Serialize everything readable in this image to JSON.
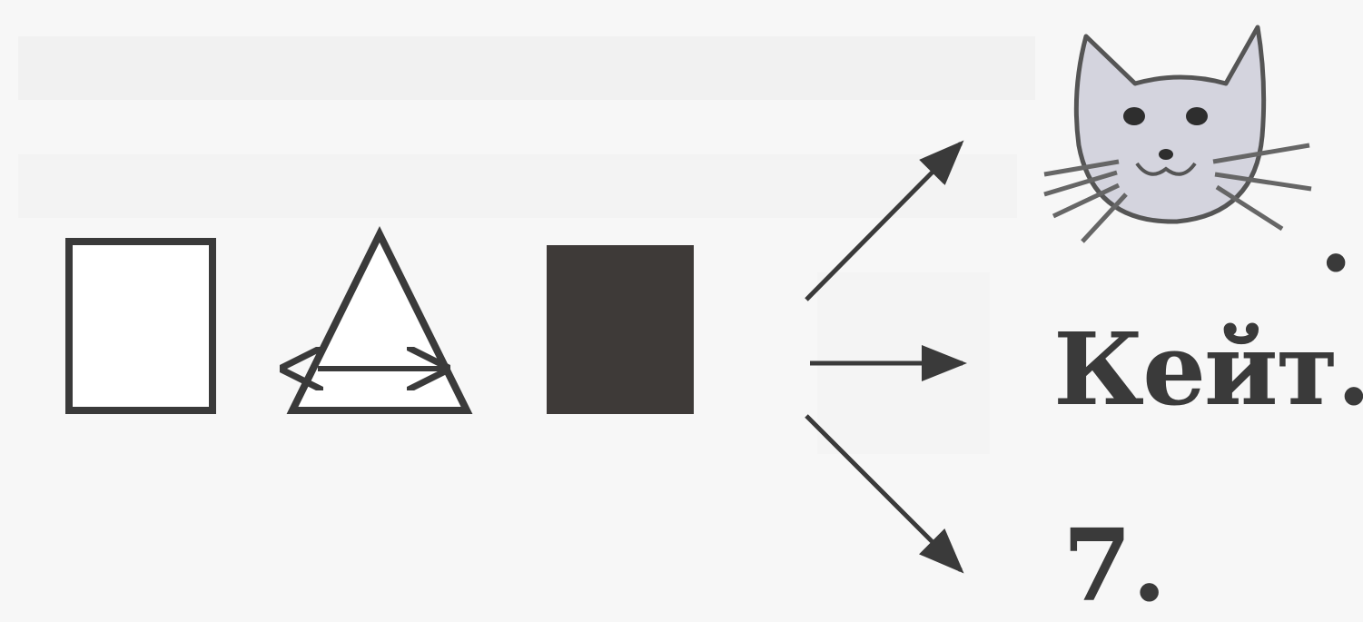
{
  "colors": {
    "ink": "#3a3a3a",
    "square_fill": "#3e3a38",
    "cat_fill": "#d4d4de",
    "background": "#fbfbfb"
  },
  "symbols": [
    "empty-square",
    "triangle-with-double-arrow",
    "filled-square"
  ],
  "icons": [
    "cat-face-icon"
  ],
  "outputs": {
    "cat_period": ".",
    "name": "Кейт.",
    "number": "7."
  }
}
